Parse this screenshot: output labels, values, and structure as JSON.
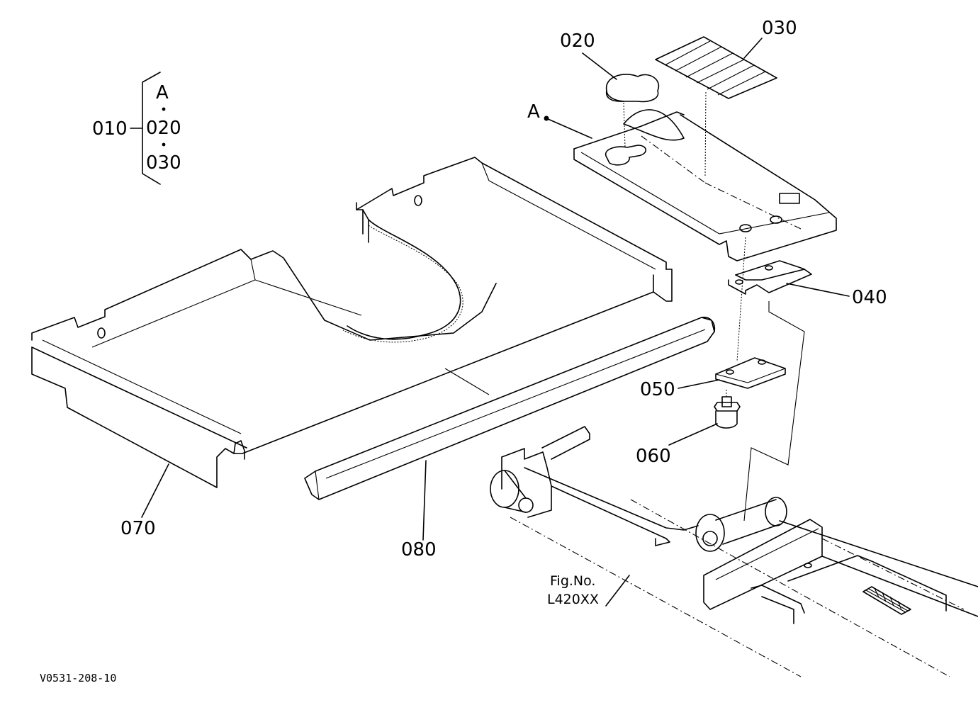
{
  "group": {
    "label": "010",
    "items": [
      "A",
      "020",
      "030"
    ]
  },
  "reference_point": "A",
  "callouts": {
    "p020": "020",
    "p030": "030",
    "p040": "040",
    "p050": "050",
    "p060": "060",
    "p070": "070",
    "p080": "080"
  },
  "figure_ref": {
    "line1": "Fig.No.",
    "line2": "L420XX"
  },
  "drawing_id": "V0531-208-10"
}
